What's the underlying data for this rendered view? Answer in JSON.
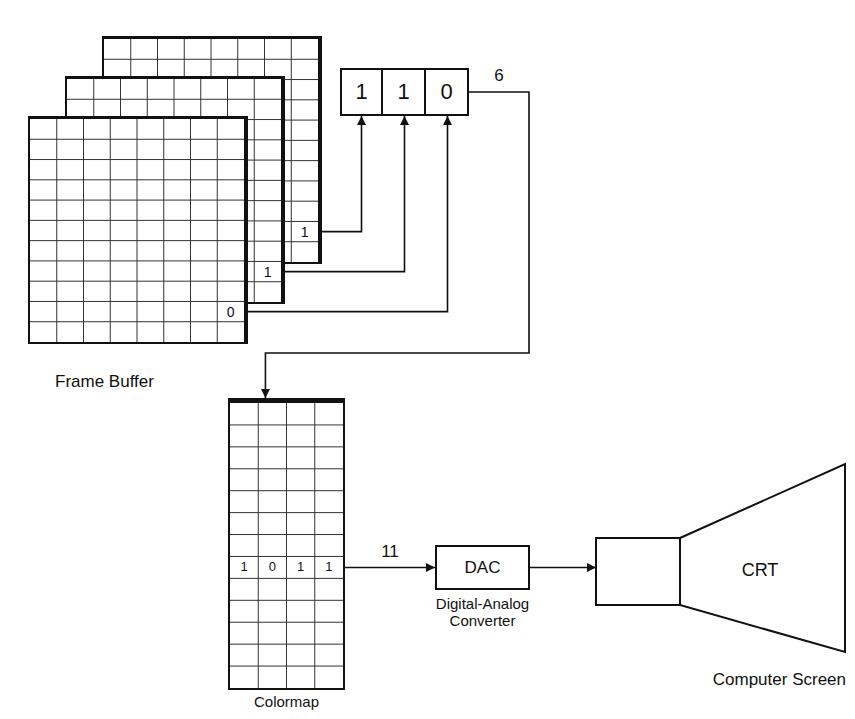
{
  "diagram": {
    "nodes": [
      {
        "text": [
          "1"
        ]
      },
      {
        "text": [
          "1"
        ]
      },
      {
        "text": [
          "0"
        ]
      },
      {
        "text": [
          "1",
          "1",
          "0"
        ]
      },
      {
        "text": [
          "1",
          "0",
          "1",
          "1",
          "Colormap"
        ]
      },
      {
        "text": [
          "DAC",
          "Digital-Analog Converter"
        ]
      },
      {
        "text": [
          "CRT",
          "Computer Screen"
        ]
      }
    ],
    "edges": [
      {
        "from": 0,
        "to": 3,
        "arrow": "to"
      },
      {
        "from": 1,
        "to": 3,
        "arrow": "to"
      },
      {
        "from": 2,
        "to": 3,
        "arrow": "to"
      },
      {
        "from": 3,
        "to": 4,
        "label": "6",
        "arrow": "to"
      },
      {
        "from": 4,
        "to": 5,
        "label": "11",
        "arrow": "to"
      },
      {
        "from": 5,
        "to": 6,
        "arrow": "to"
      }
    ],
    "labels": [
      "Frame Buffer"
    ]
  }
}
